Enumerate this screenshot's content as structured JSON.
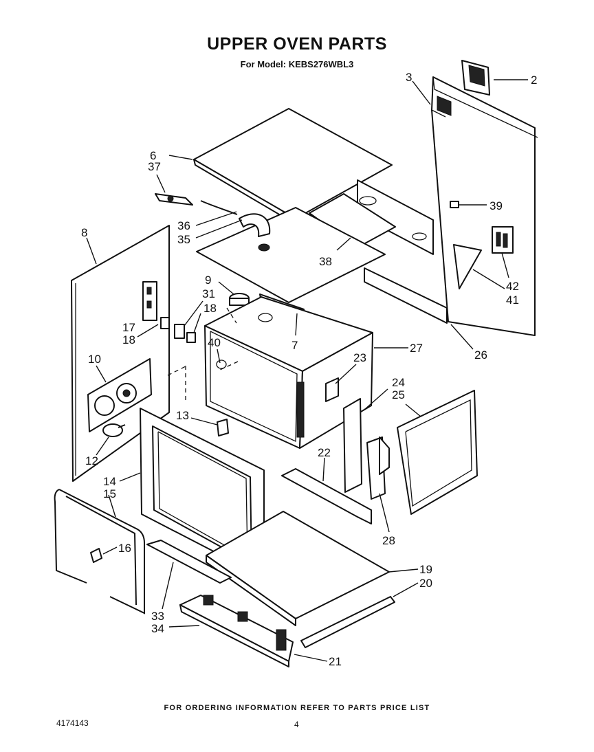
{
  "header": {
    "title": "UPPER OVEN PARTS",
    "model_line": "For Model: KEBS276WBL3"
  },
  "callouts": [
    "2",
    "3",
    "6",
    "37",
    "8",
    "36",
    "35",
    "39",
    "38",
    "9",
    "31",
    "18",
    "17",
    "18",
    "7",
    "40",
    "27",
    "42",
    "41",
    "10",
    "23",
    "26",
    "24",
    "25",
    "13",
    "12",
    "22",
    "14",
    "15",
    "16",
    "28",
    "19",
    "20",
    "33",
    "34",
    "21"
  ],
  "footer": {
    "ordering_note": "FOR ORDERING INFORMATION REFER TO PARTS PRICE LIST",
    "document_number": "4174143",
    "page_number": "4"
  }
}
